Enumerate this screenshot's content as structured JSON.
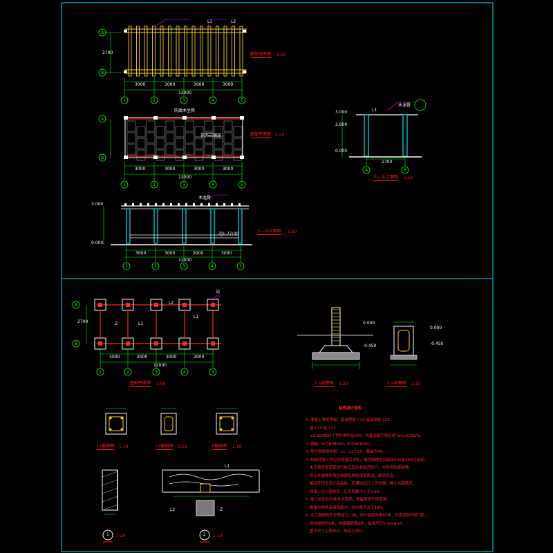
{
  "colors": {
    "frame": "#00e5e5",
    "beam": "#ffd21a",
    "wall": "#ff2a2a",
    "grid": "#00ff00",
    "text": "#ffffff",
    "title": "#ff2020",
    "concrete": "#9a9a9a"
  },
  "grid_axes": [
    "1",
    "2",
    "3",
    "4",
    "5"
  ],
  "grid_rows": [
    "A",
    "B"
  ],
  "titles": {
    "top_plan": "廊架顶面图",
    "floor_plan": "廊架平面图",
    "front_elev": "①—⑤立面图",
    "side_elev": "Ⓐ—Ⓑ立面图",
    "foundation": "基础平面图",
    "sec11": "1-1剖面图",
    "sec22": "2-2剖面图",
    "l1": "L1截面图",
    "l2": "L2截面图",
    "z": "Z截面图",
    "det1": "1",
    "det2": "2"
  },
  "scales": {
    "s1_50": "1:50",
    "s1_20": "1:20",
    "s1_10": "1:10"
  },
  "dims": {
    "bay": "3000",
    "total": "12000",
    "depth": "2700",
    "elev1": "3.000",
    "elev2": "2.600",
    "elev3": "0.000",
    "ft": "-0.450"
  },
  "tags": {
    "L1": "L1",
    "L2": "L2",
    "Z": "Z",
    "ZJ": "ZJ",
    "bench": "防腐木坐凳",
    "paving": "花岗岩铺装",
    "wood": "木龙骨",
    "column": "ZJ1-77/30"
  },
  "notes": {
    "header": "结构设计说明",
    "lines": [
      "1. 混凝土强度等级：基础垫层 C15    基础梁柱 C25",
      "   梁 C25    柱 C25",
      "   ±0.000相对于室外地坪高300，地基承载力特征值 fak≥120kPa。",
      "2. 钢筋：Φ为HPB300，Φ为HRB400。",
      "3. 受力钢筋保护层：L1、L2为25，基础为40。",
      "4. 构造柱施工时应先砌墙后浇柱，墙柱接槎处沿高每500设2Φ6拉结筋。",
      "   未尽事宜按国家现行施工及验收规范执行，木构件防腐处理，",
      "   所有外露铁件均应除锈后刷防锈漆两道，面漆两道。",
      "   基础开挖至设计标高后，应通知设计人员验槽，确认地基情况，",
      "   回填土应分层夯实，压实系数不小于0.94。",
      "5. 施工前应核对各专业图纸，预留预埋不得遗漏，",
      "   廊架木构件采用防腐木，含水率不大于18%。",
      "6. 本工程结构安全等级为二级，设计使用年限50年，抗震设防烈度7度，",
      "   场地类别为II类，地面粗糙度B类，基本风压0.45kN/㎡。",
      "   图中尺寸以毫米计，标高以米计。"
    ]
  }
}
